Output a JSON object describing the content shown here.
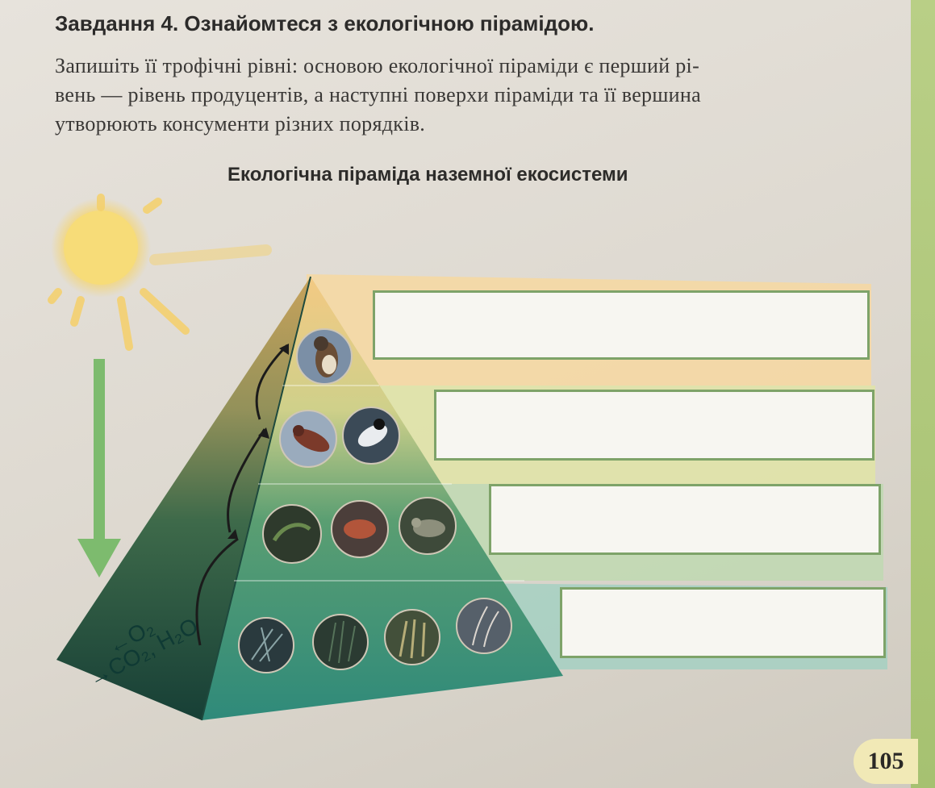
{
  "task": {
    "heading": "Завдання 4. Ознайомтеся з екологічною пірамідою.",
    "instruction_lines": [
      "Запишіть її трофічні рівні: основою екологічної піраміди є перший рі-",
      "вень — рівень продуцентів, а наступні поверхи піраміди та її вершина",
      "утворюють консументи різних порядків."
    ]
  },
  "figure": {
    "caption": "Екологічна піраміда наземної екосистеми",
    "chem_labels": {
      "o2": "O₂",
      "co2_h2o": "CO₂, H₂O"
    },
    "levels": [
      {
        "level": 4,
        "images": [
          "falcon-icon"
        ],
        "answer": ""
      },
      {
        "level": 3,
        "images": [
          "shrike-icon",
          "magpie-icon"
        ],
        "answer": ""
      },
      {
        "level": 2,
        "images": [
          "grasshopper-icon",
          "beetle-icon",
          "mouse-icon"
        ],
        "answer": ""
      },
      {
        "level": 1,
        "images": [
          "grass-icon",
          "sedge-icon",
          "wheat-icon",
          "feathergrass-icon"
        ],
        "answer": ""
      }
    ],
    "colors": {
      "sun": "#f6d46a",
      "arrow_green": "#7dbb6e",
      "band_top": "#f5d8a3",
      "band_l3": "#e1e4a6",
      "band_l2": "#bfd9b2",
      "band_l1": "#a4d0c2",
      "pyramid_dark": "#1f4f43"
    }
  },
  "page": {
    "number": "105"
  }
}
